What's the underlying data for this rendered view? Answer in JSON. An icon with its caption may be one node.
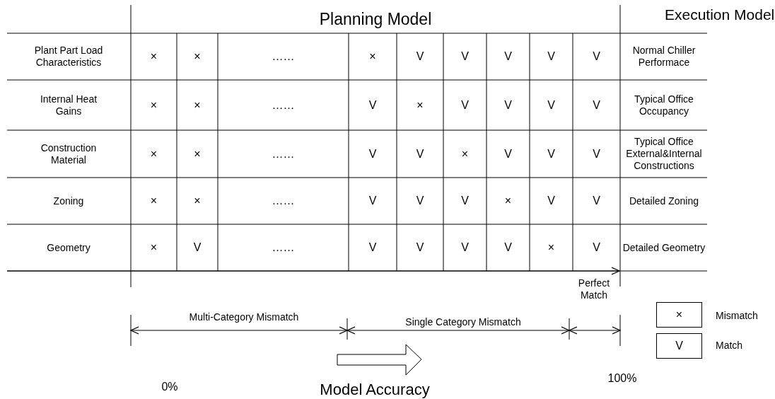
{
  "diagram": {
    "nodes": [
      {
        "text": [
          "×"
        ],
        "beside": [
          "Mismatch"
        ]
      },
      {
        "text": [
          "V"
        ],
        "beside": [
          "Match"
        ]
      }
    ],
    "labels": [
      "Planning Model",
      "Execution Model",
      "Plant Part Load Characteristics",
      "×",
      "×",
      "……",
      "×",
      "V",
      "V",
      "V",
      "V",
      "V",
      "Normal Chiller Performace",
      "Internal Heat Gains",
      "×",
      "×",
      "……",
      "V",
      "×",
      "V",
      "V",
      "V",
      "V",
      "Typical Office Occupancy",
      "Construction Material",
      "×",
      "×",
      "……",
      "V",
      "V",
      "×",
      "V",
      "V",
      "V",
      "Typical Office External&Internal Constructions",
      "Zoning",
      "×",
      "×",
      "……",
      "V",
      "V",
      "V",
      "×",
      "V",
      "V",
      "Detailed Zoning",
      "Geometry",
      "×",
      "V",
      "……",
      "V",
      "V",
      "V",
      "V",
      "×",
      "V",
      "Detailed Geometry",
      "Perfect Match",
      "Multi-Category Mismatch",
      "Single Category Mismatch",
      "0%",
      "Model Accuracy",
      "100%"
    ]
  }
}
